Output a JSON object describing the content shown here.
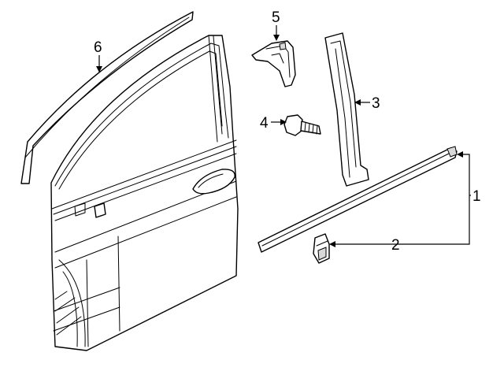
{
  "diagram": {
    "callouts": [
      {
        "id": "1",
        "label": "1"
      },
      {
        "id": "2",
        "label": "2"
      },
      {
        "id": "3",
        "label": "3"
      },
      {
        "id": "4",
        "label": "4"
      },
      {
        "id": "5",
        "label": "5"
      },
      {
        "id": "6",
        "label": "6"
      }
    ]
  },
  "colors": {
    "line": "#000000",
    "background": "#ffffff",
    "shade": "#d9d9d9"
  }
}
